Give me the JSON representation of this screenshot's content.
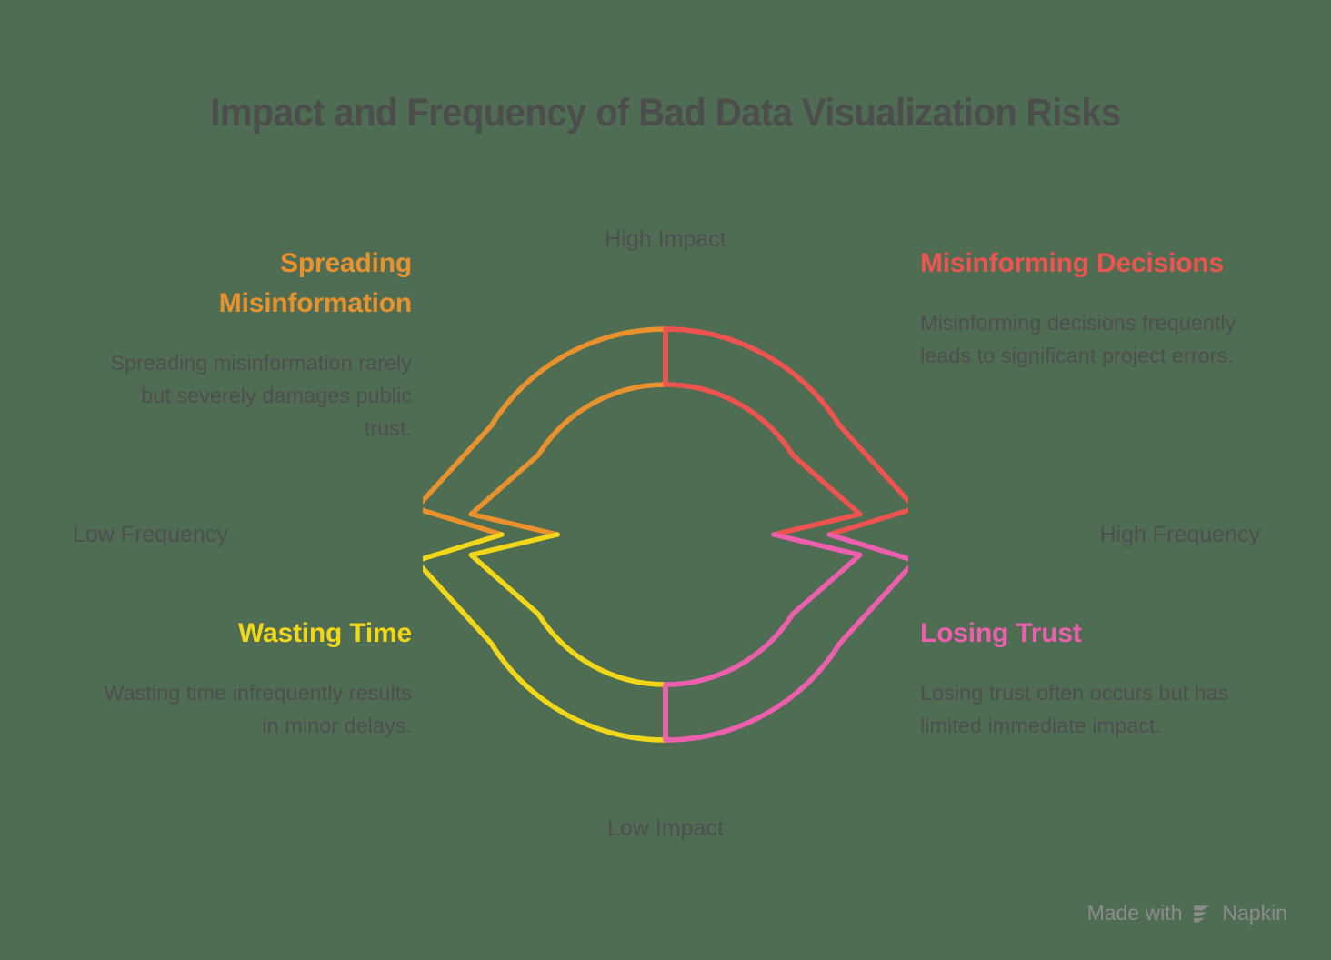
{
  "page": {
    "title": "Impact and Frequency of Bad Data Visualization Risks",
    "background_color": "#4e6d52",
    "text_color": "#4f4f4f"
  },
  "axes": {
    "top": "High Impact",
    "bottom": "Low Impact",
    "left": "Low Frequency",
    "right": "High Frequency"
  },
  "quadrants": [
    {
      "id": "top-left",
      "heading": "Spreading Misinformation",
      "body": "Spreading misinformation rarely but severely damages public trust.",
      "color": "#e8912d",
      "color_name": "orange"
    },
    {
      "id": "top-right",
      "heading": "Misinforming Decisions",
      "body": "Misinforming decisions frequently leads to significant project errors.",
      "color": "#ef5350",
      "color_name": "red"
    },
    {
      "id": "bottom-left",
      "heading": "Wasting Time",
      "body": "Wasting time infrequently results in minor delays.",
      "color": "#f2d618",
      "color_name": "yellow"
    },
    {
      "id": "bottom-right",
      "heading": "Losing Trust",
      "body": "Losing trust often occurs but has limited immediate impact.",
      "color": "#ed5fae",
      "color_name": "pink"
    }
  ],
  "footer": {
    "made_with": "Made with",
    "brand": "Napkin",
    "logo_icon": "napkin-logo-icon",
    "color": "#8c8c8c"
  },
  "chart_data": {
    "type": "quadrant-diagram",
    "title": "Impact and Frequency of Bad Data Visualization Risks",
    "xlabel_low": "Low Frequency",
    "xlabel_high": "High Frequency",
    "ylabel_low": "Low Impact",
    "ylabel_high": "High Impact",
    "center": [
      732,
      588
    ],
    "outer_radius": 226,
    "inner_radius": 165,
    "items": [
      {
        "label": "Spreading Misinformation",
        "frequency": "low",
        "impact": "high",
        "quadrant": "top-left",
        "color": "#e8912d"
      },
      {
        "label": "Misinforming Decisions",
        "frequency": "high",
        "impact": "high",
        "quadrant": "top-right",
        "color": "#ef5350"
      },
      {
        "label": "Wasting Time",
        "frequency": "low",
        "impact": "low",
        "quadrant": "bottom-left",
        "color": "#f2d618"
      },
      {
        "label": "Losing Trust",
        "frequency": "high",
        "impact": "low",
        "quadrant": "bottom-right",
        "color": "#ed5fae"
      }
    ]
  }
}
